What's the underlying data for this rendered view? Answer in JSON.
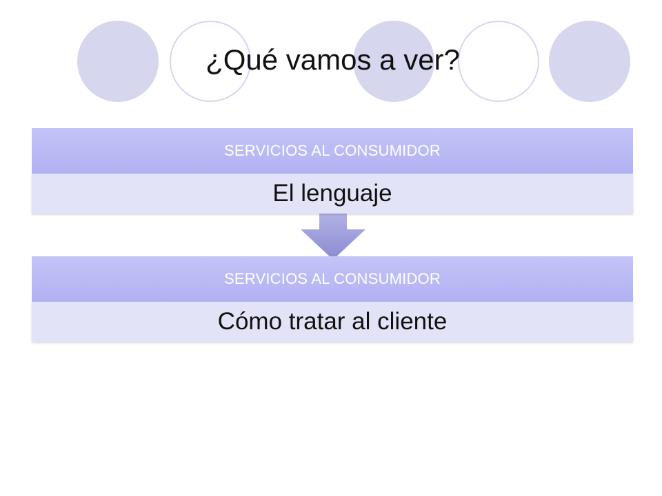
{
  "slide": {
    "title": "¿Qué vamos a ver?"
  },
  "blocks": [
    {
      "header": "SERVICIOS AL CONSUMIDOR",
      "body": "El lenguaje"
    },
    {
      "header": "SERVICIOS AL CONSUMIDOR",
      "body": "Cómo tratar al cliente"
    }
  ],
  "colors": {
    "circle": "#d6d6ee",
    "header": "#b9b9f5",
    "body": "#e3e3f7",
    "arrow": "#9a9ad8"
  },
  "icons": {
    "connector": "down-arrow-icon"
  }
}
